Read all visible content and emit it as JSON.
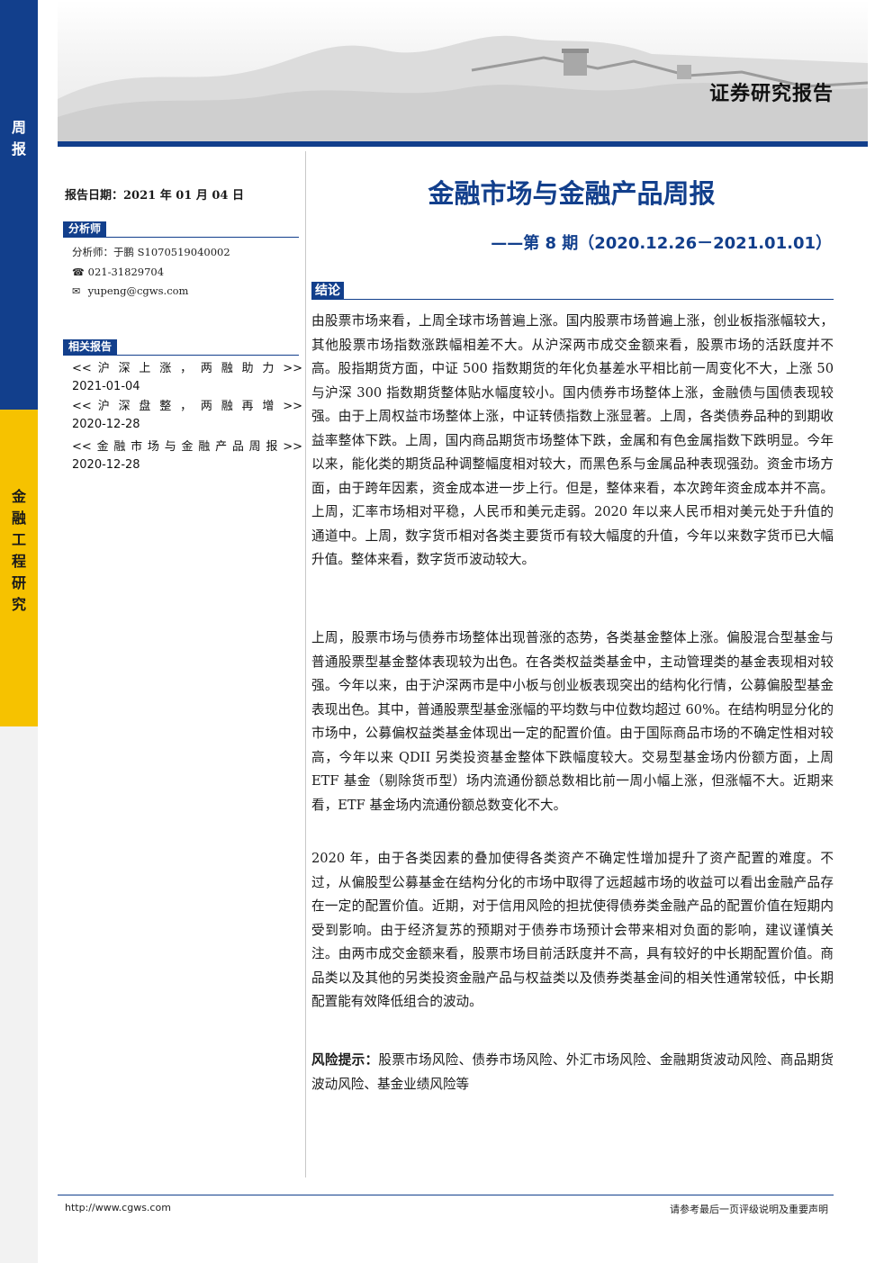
{
  "sidebar": {
    "top_chars": [
      "周",
      "报"
    ],
    "mid_chars": [
      "金",
      "融",
      "工",
      "程",
      "研",
      "究"
    ]
  },
  "header": {
    "banner_title": "证券研究报告"
  },
  "left": {
    "report_date": "报告日期：2021 年 01 月 04 日",
    "analyst_section": "分析师",
    "analyst_name": "分析师：于鹏  S1070519040002",
    "analyst_phone": "021-31829704",
    "analyst_email": "yupeng@cgws.com",
    "related_section": "相关报告",
    "related": [
      {
        "title": "<< 沪 深 上 涨 ， 两 融 助 力 >>",
        "date": "2021-01-04"
      },
      {
        "title": "<< 沪 深 盘 整 ， 两 融 再 增 >>",
        "date": "2020-12-28"
      },
      {
        "title": "<<金融市场与金融产品周报>>",
        "date": "2020-12-28"
      }
    ]
  },
  "main": {
    "title": "金融市场与金融产品周报",
    "subtitle": "——第 8 期（2020.12.26－2021.01.01）",
    "conclusion_section": "结论",
    "paragraphs": [
      "由股票市场来看，上周全球市场普遍上涨。国内股票市场普遍上涨，创业板指涨幅较大，其他股票市场指数涨跌幅相差不大。从沪深两市成交金额来看，股票市场的活跃度并不高。股指期货方面，中证 500 指数期货的年化负基差水平相比前一周变化不大，上涨 50 与沪深 300 指数期货整体贴水幅度较小。国内债券市场整体上涨，金融债与国债表现较强。由于上周权益市场整体上涨，中证转债指数上涨显著。上周，各类债券品种的到期收益率整体下跌。上周，国内商品期货市场整体下跌，金属和有色金属指数下跌明显。今年以来，能化类的期货品种调整幅度相对较大，而黑色系与金属品种表现强劲。资金市场方面，由于跨年因素，资金成本进一步上行。但是，整体来看，本次跨年资金成本并不高。上周，汇率市场相对平稳，人民币和美元走弱。2020 年以来人民币相对美元处于升值的通道中。上周，数字货币相对各类主要货币有较大幅度的升值，今年以来数字货币已大幅升值。整体来看，数字货币波动较大。",
      "上周，股票市场与债券市场整体出现普涨的态势，各类基金整体上涨。偏股混合型基金与普通股票型基金整体表现较为出色。在各类权益类基金中，主动管理类的基金表现相对较强。今年以来，由于沪深两市是中小板与创业板表现突出的结构化行情，公募偏股型基金表现出色。其中，普通股票型基金涨幅的平均数与中位数均超过 60%。在结构明显分化的市场中，公募偏权益类基金体现出一定的配置价值。由于国际商品市场的不确定性相对较高，今年以来 QDII 另类投资基金整体下跌幅度较大。交易型基金场内份额方面，上周 ETF 基金（剔除货币型）场内流通份额总数相比前一周小幅上涨，但涨幅不大。近期来看，ETF 基金场内流通份额总数变化不大。",
      "2020 年，由于各类因素的叠加使得各类资产不确定性增加提升了资产配置的难度。不过，从偏股型公募基金在结构分化的市场中取得了远超越市场的收益可以看出金融产品存在一定的配置价值。近期，对于信用风险的担扰使得债券类金融产品的配置价值在短期内受到影响。由于经济复苏的预期对于债券市场预计会带来相对负面的影响，建议谨慎关注。由两市成交金额来看，股票市场目前活跃度并不高，具有较好的中长期配置价值。商品类以及其他的另类投资金融产品与权益类以及债券类基金间的相关性通常较低，中长期配置能有效降低组合的波动。"
    ],
    "risk_label": "风险提示：",
    "risk_text": "股票市场风险、债券市场风险、外汇市场风险、金融期货波动风险、商品期货波动风险、基金业绩风险等"
  },
  "footer": {
    "url": "http://www.cgws.com",
    "disclaimer": "请参考最后一页评级说明及重要声明"
  },
  "colors": {
    "brand_blue": "#123f8c",
    "brand_yellow": "#f6c200"
  }
}
